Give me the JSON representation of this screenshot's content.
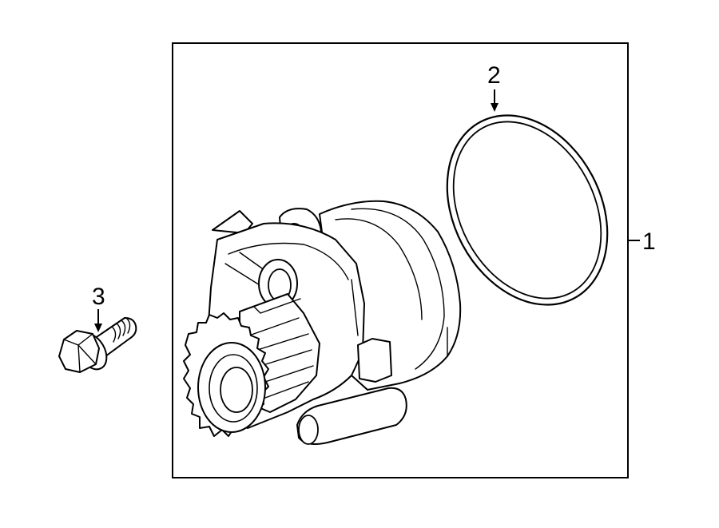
{
  "callouts": {
    "part_1": "1",
    "part_2": "2",
    "part_3": "3"
  },
  "icons": [
    "water-pump",
    "gasket-ring",
    "flange-bolt"
  ],
  "colors": {
    "line": "#000000",
    "background": "#ffffff"
  }
}
